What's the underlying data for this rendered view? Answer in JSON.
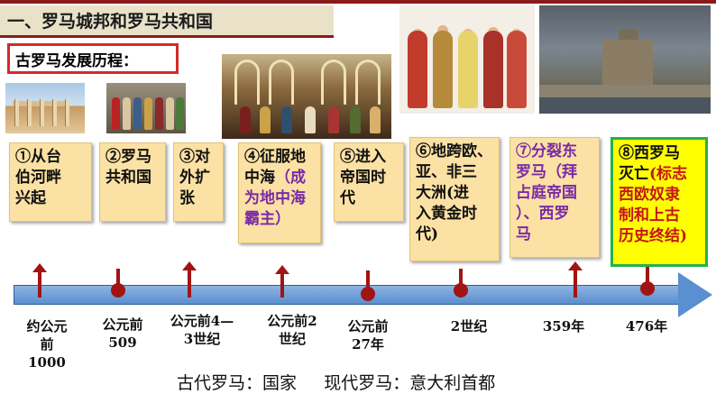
{
  "heading": "一、罗马城邦和罗马共和国",
  "subheading": "古罗马发展历程：",
  "stages": [
    {
      "lines": [
        "①从台",
        "伯河畔",
        "兴起"
      ]
    },
    {
      "lines": [
        "②罗马",
        "共和国"
      ]
    },
    {
      "lines": [
        "③对",
        "外扩",
        "张"
      ]
    },
    {
      "lines": [
        "④征服地",
        "中海"
      ],
      "note": "（成为地中海霸主）",
      "note_lines": [
        "（成",
        "为地中海",
        "霸主）"
      ]
    },
    {
      "lines": [
        "⑤进入",
        "帝国时",
        "代"
      ]
    },
    {
      "lines": [
        "⑥地跨欧、",
        "亚、非三",
        "大洲(进",
        "入黄金时",
        "代)"
      ]
    },
    {
      "lines": [
        "⑦分裂东",
        "罗马（拜",
        "占庭帝国",
        "）、西罗",
        "马"
      ],
      "color": "#7a2aa6"
    },
    {
      "lines": [
        "⑧西罗马",
        "灭亡"
      ],
      "note_lines": [
        "(标志",
        "西欧奴隶",
        "制和上古",
        "历史终结)"
      ]
    }
  ],
  "dates": [
    [
      "约公元",
      "前",
      "1000"
    ],
    [
      "公元前",
      "509"
    ],
    [
      "公元前4—",
      "3世纪"
    ],
    [
      "公元前2",
      "世纪"
    ],
    [
      "公元前",
      "27年"
    ],
    [
      "2世纪"
    ],
    [
      "359年"
    ],
    [
      "476年"
    ]
  ],
  "footer": "古代罗马：国家     现代罗马：意大利首都",
  "colors": {
    "accent": "#8b1a1a",
    "card": "#fbe1a3",
    "arrow": "#5a8fd0",
    "highlight": "#ffff00"
  }
}
